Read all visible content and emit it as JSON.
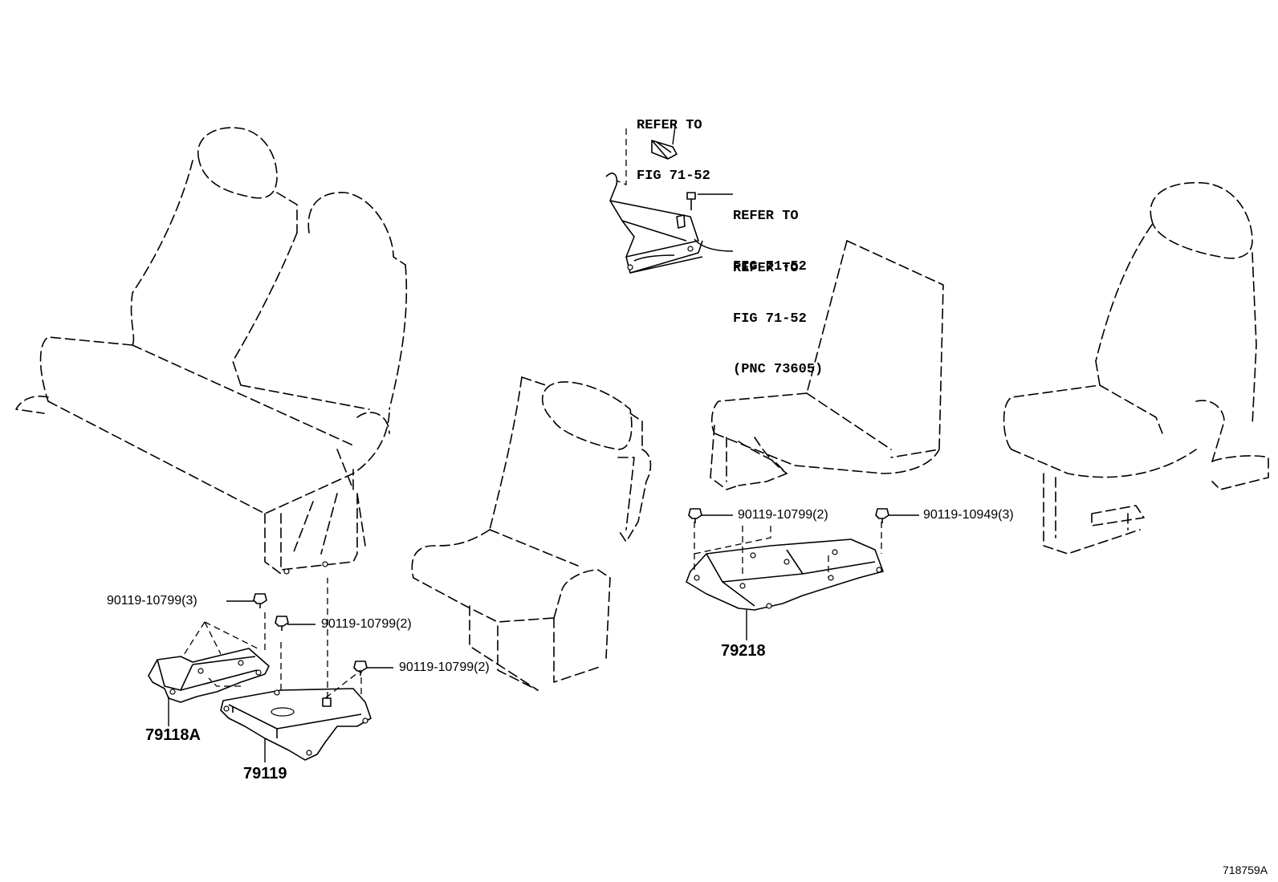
{
  "figure_id": "718759A",
  "refer_labels": [
    {
      "line1": "REFER TO",
      "line2": "FIG 71-52",
      "line3": ""
    },
    {
      "line1": "REFER TO",
      "line2": "FIG 71-52",
      "line3": ""
    },
    {
      "line1": "REFER TO",
      "line2": "FIG 71-52",
      "line3": "(PNC 73605)"
    }
  ],
  "parts": {
    "p79118A": "79118A",
    "p79119": "79119",
    "p79218": "79218"
  },
  "bolts": {
    "b1": "90119-10799(3)",
    "b2": "90119-10799(2)",
    "b3": "90119-10799(2)",
    "b4": "90119-10799(2)",
    "b5": "90119-10949(3)"
  }
}
